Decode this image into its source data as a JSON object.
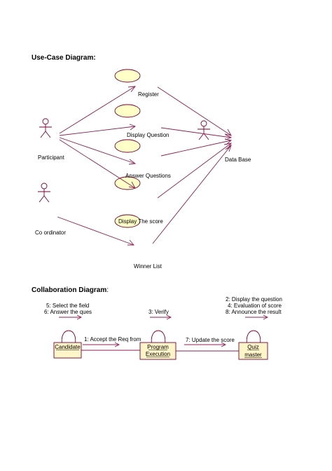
{
  "use_case_diagram": {
    "title": "Use-Case Diagram:",
    "actors": [
      {
        "id": "participant",
        "label": "Participant"
      },
      {
        "id": "coordinator",
        "label": "Co ordinator"
      },
      {
        "id": "database",
        "label": "Data Base"
      }
    ],
    "use_cases": [
      {
        "id": "register",
        "label": "Register"
      },
      {
        "id": "display_question",
        "label": "Display Question"
      },
      {
        "id": "answer_questions",
        "label": "Answer Questions"
      },
      {
        "id": "display_score",
        "label": "Display The score"
      },
      {
        "id": "winner_list",
        "label": "Winner List"
      }
    ]
  },
  "collaboration_diagram": {
    "title": "Collaboration Diagram",
    "title_suffix": ":",
    "objects": [
      {
        "id": "candidate",
        "label": "Candidate"
      },
      {
        "id": "program_execution",
        "label_line1": "Program",
        "label_line2": "Execution"
      },
      {
        "id": "quiz_master",
        "label_line1": "Quiz",
        "label_line2": "master"
      }
    ],
    "messages": {
      "select_field": "5: Select the field",
      "answer_ques": "6: Answer the ques",
      "verify": "3: Verify",
      "display_question": "2: Display the question",
      "evaluation": "4: Evaluation of score",
      "announce": "8: Announce the result",
      "accept_req": "1: Accept the Req from",
      "update_score": "7: Update the score"
    }
  },
  "colors": {
    "use_case_fill": "#ffffc8",
    "outline": "#7a0033",
    "association": "#8b2252",
    "object_fill": "#fff5c8"
  }
}
